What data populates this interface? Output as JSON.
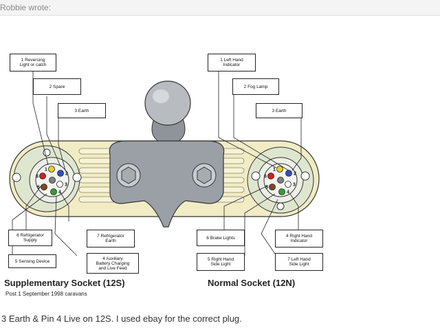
{
  "quote": {
    "author": "Robbie wrote:"
  },
  "labels": {
    "reversing": "1 Reversing\nLight or catch",
    "spare": "2 Spare",
    "earth_left": "3 Earth",
    "refrigerator_supply": "6 Refrigerator\nSupply",
    "sensing_device": "5 Sensing Device",
    "refrigerator_earth": "7 Refrigerator\nEarth",
    "auxiliary": "4 Auxiliary\nBattery Charging\nand Live Feed",
    "left_hand_indicator": "1 Left Hand\nIndicator",
    "fog_lamp": "2 Fog Lamp",
    "earth_right": "3 Earth",
    "brake_lights": "6 Brake Lights",
    "right_hand_indicator": "4 Right Hand\nIndicator",
    "right_side_light": "5 Right Hand\nSide Light",
    "left_side_light": "7 Left Hand\nSide Light"
  },
  "sockets": {
    "left_title": "Supplementary Socket (12S)",
    "left_subtitle": "Post 1 September 1998 caravans",
    "right_title": "Normal Socket (12N)"
  },
  "pin_numbers": [
    "1",
    "2",
    "3",
    "4",
    "5",
    "6",
    "7"
  ],
  "pin_colors": {
    "yellow": "#e8d020",
    "blue": "#3050c0",
    "white": "#ffffff",
    "red": "#d02020",
    "brown": "#7a4a20",
    "green": "#30a030",
    "grey": "#808080"
  },
  "post": {
    "text": "3 Earth & Pin 4 Live on 12S. I used ebay for the correct plug."
  }
}
